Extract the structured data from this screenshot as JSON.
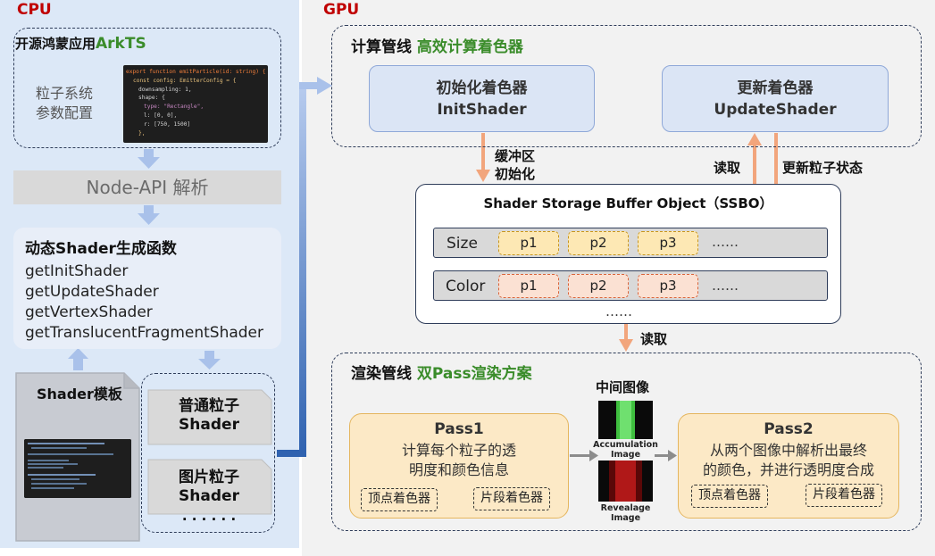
{
  "cpu": {
    "label": "CPU",
    "app_title_prefix": "开源鸿蒙应用",
    "app_title_highlight": "ArkTS",
    "params_label_line1": "粒子系统",
    "params_label_line2": "参数配置",
    "code_lines": [
      "export function emitParticle(id: string) {",
      "const config: EmitterConfig = {",
      "downsampling: 1,",
      "shape: {",
      "type: \"Rectangle\",",
      "l: [0, 0],",
      "r: [750, 1500]",
      "},"
    ],
    "node_api": "Node-API 解析",
    "generator_title": "动态Shader生成函数",
    "functions": [
      "getInitShader",
      "getUpdateShader",
      "getVertexShader",
      "getTranslucentFragmentShader"
    ],
    "template_title": "Shader模板",
    "normal_shader_line1": "普通粒子",
    "normal_shader_line2": "Shader",
    "image_shader_line1": "图片粒子",
    "image_shader_line2": "Shader",
    "more": "· · · · · ·"
  },
  "gpu": {
    "label": "GPU",
    "compute_title_prefix": "计算管线",
    "compute_title_highlight": "高效计算着色器",
    "init_shader_cn": "初始化着色器",
    "init_shader_en": "InitShader",
    "update_shader_cn": "更新着色器",
    "update_shader_en": "UpdateShader",
    "buffer_init_line1": "缓冲区",
    "buffer_init_line2": "初始化",
    "read_label": "读取",
    "update_state_label": "更新粒子状态",
    "ssbo_title": "Shader Storage Buffer Object（SSBO）",
    "size_row": {
      "label": "Size",
      "cells": [
        "p1",
        "p2",
        "p3"
      ],
      "more": "……"
    },
    "color_row": {
      "label": "Color",
      "cells": [
        "p1",
        "p2",
        "p3"
      ],
      "more": "……"
    },
    "ssbo_more": "……",
    "read_label_2": "读取",
    "render_title_prefix": "渲染管线",
    "render_title_highlight": "双Pass渲染方案",
    "intermediate_title": "中间图像",
    "accum_label_line1": "Accumulation",
    "accum_label_line2": "Image",
    "reveal_label_line1": "Revealage",
    "reveal_label_line2": "Image",
    "pass1": {
      "title": "Pass1",
      "desc_line1": "计算每个粒子的透",
      "desc_line2": "明度和颜色信息",
      "vertex": "顶点着色器",
      "fragment": "片段着色器"
    },
    "pass2": {
      "title": "Pass2",
      "desc_line1": "从两个图像中解析出最终",
      "desc_line2": "的颜色，并进行透明度合成",
      "vertex": "顶点着色器",
      "fragment": "片段着色器"
    }
  },
  "colors": {
    "cpu_panel": "#dce8f7",
    "gpu_panel": "#f2f2f2",
    "section_label": "#c00000",
    "highlight_green": "#3a8c2a",
    "arrow_blue": "#a9c1ea",
    "arrow_orange": "#f2a57c"
  }
}
